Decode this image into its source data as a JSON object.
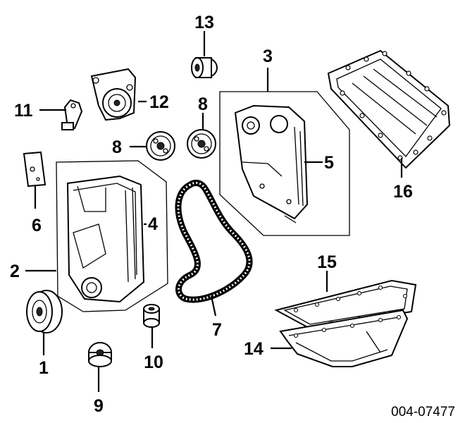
{
  "diagram": {
    "callouts": [
      {
        "id": "1",
        "text": "1"
      },
      {
        "id": "2",
        "text": "2"
      },
      {
        "id": "3",
        "text": "3"
      },
      {
        "id": "4",
        "text": "4"
      },
      {
        "id": "5",
        "text": "5"
      },
      {
        "id": "6",
        "text": "6"
      },
      {
        "id": "7",
        "text": "7"
      },
      {
        "id": "8a",
        "text": "8"
      },
      {
        "id": "8b",
        "text": "8"
      },
      {
        "id": "9",
        "text": "9"
      },
      {
        "id": "10",
        "text": "10"
      },
      {
        "id": "11",
        "text": "11"
      },
      {
        "id": "12",
        "text": "12"
      },
      {
        "id": "13",
        "text": "13"
      },
      {
        "id": "14",
        "text": "14"
      },
      {
        "id": "15",
        "text": "15"
      },
      {
        "id": "16",
        "text": "16"
      }
    ],
    "reference_code": "004-07477"
  }
}
